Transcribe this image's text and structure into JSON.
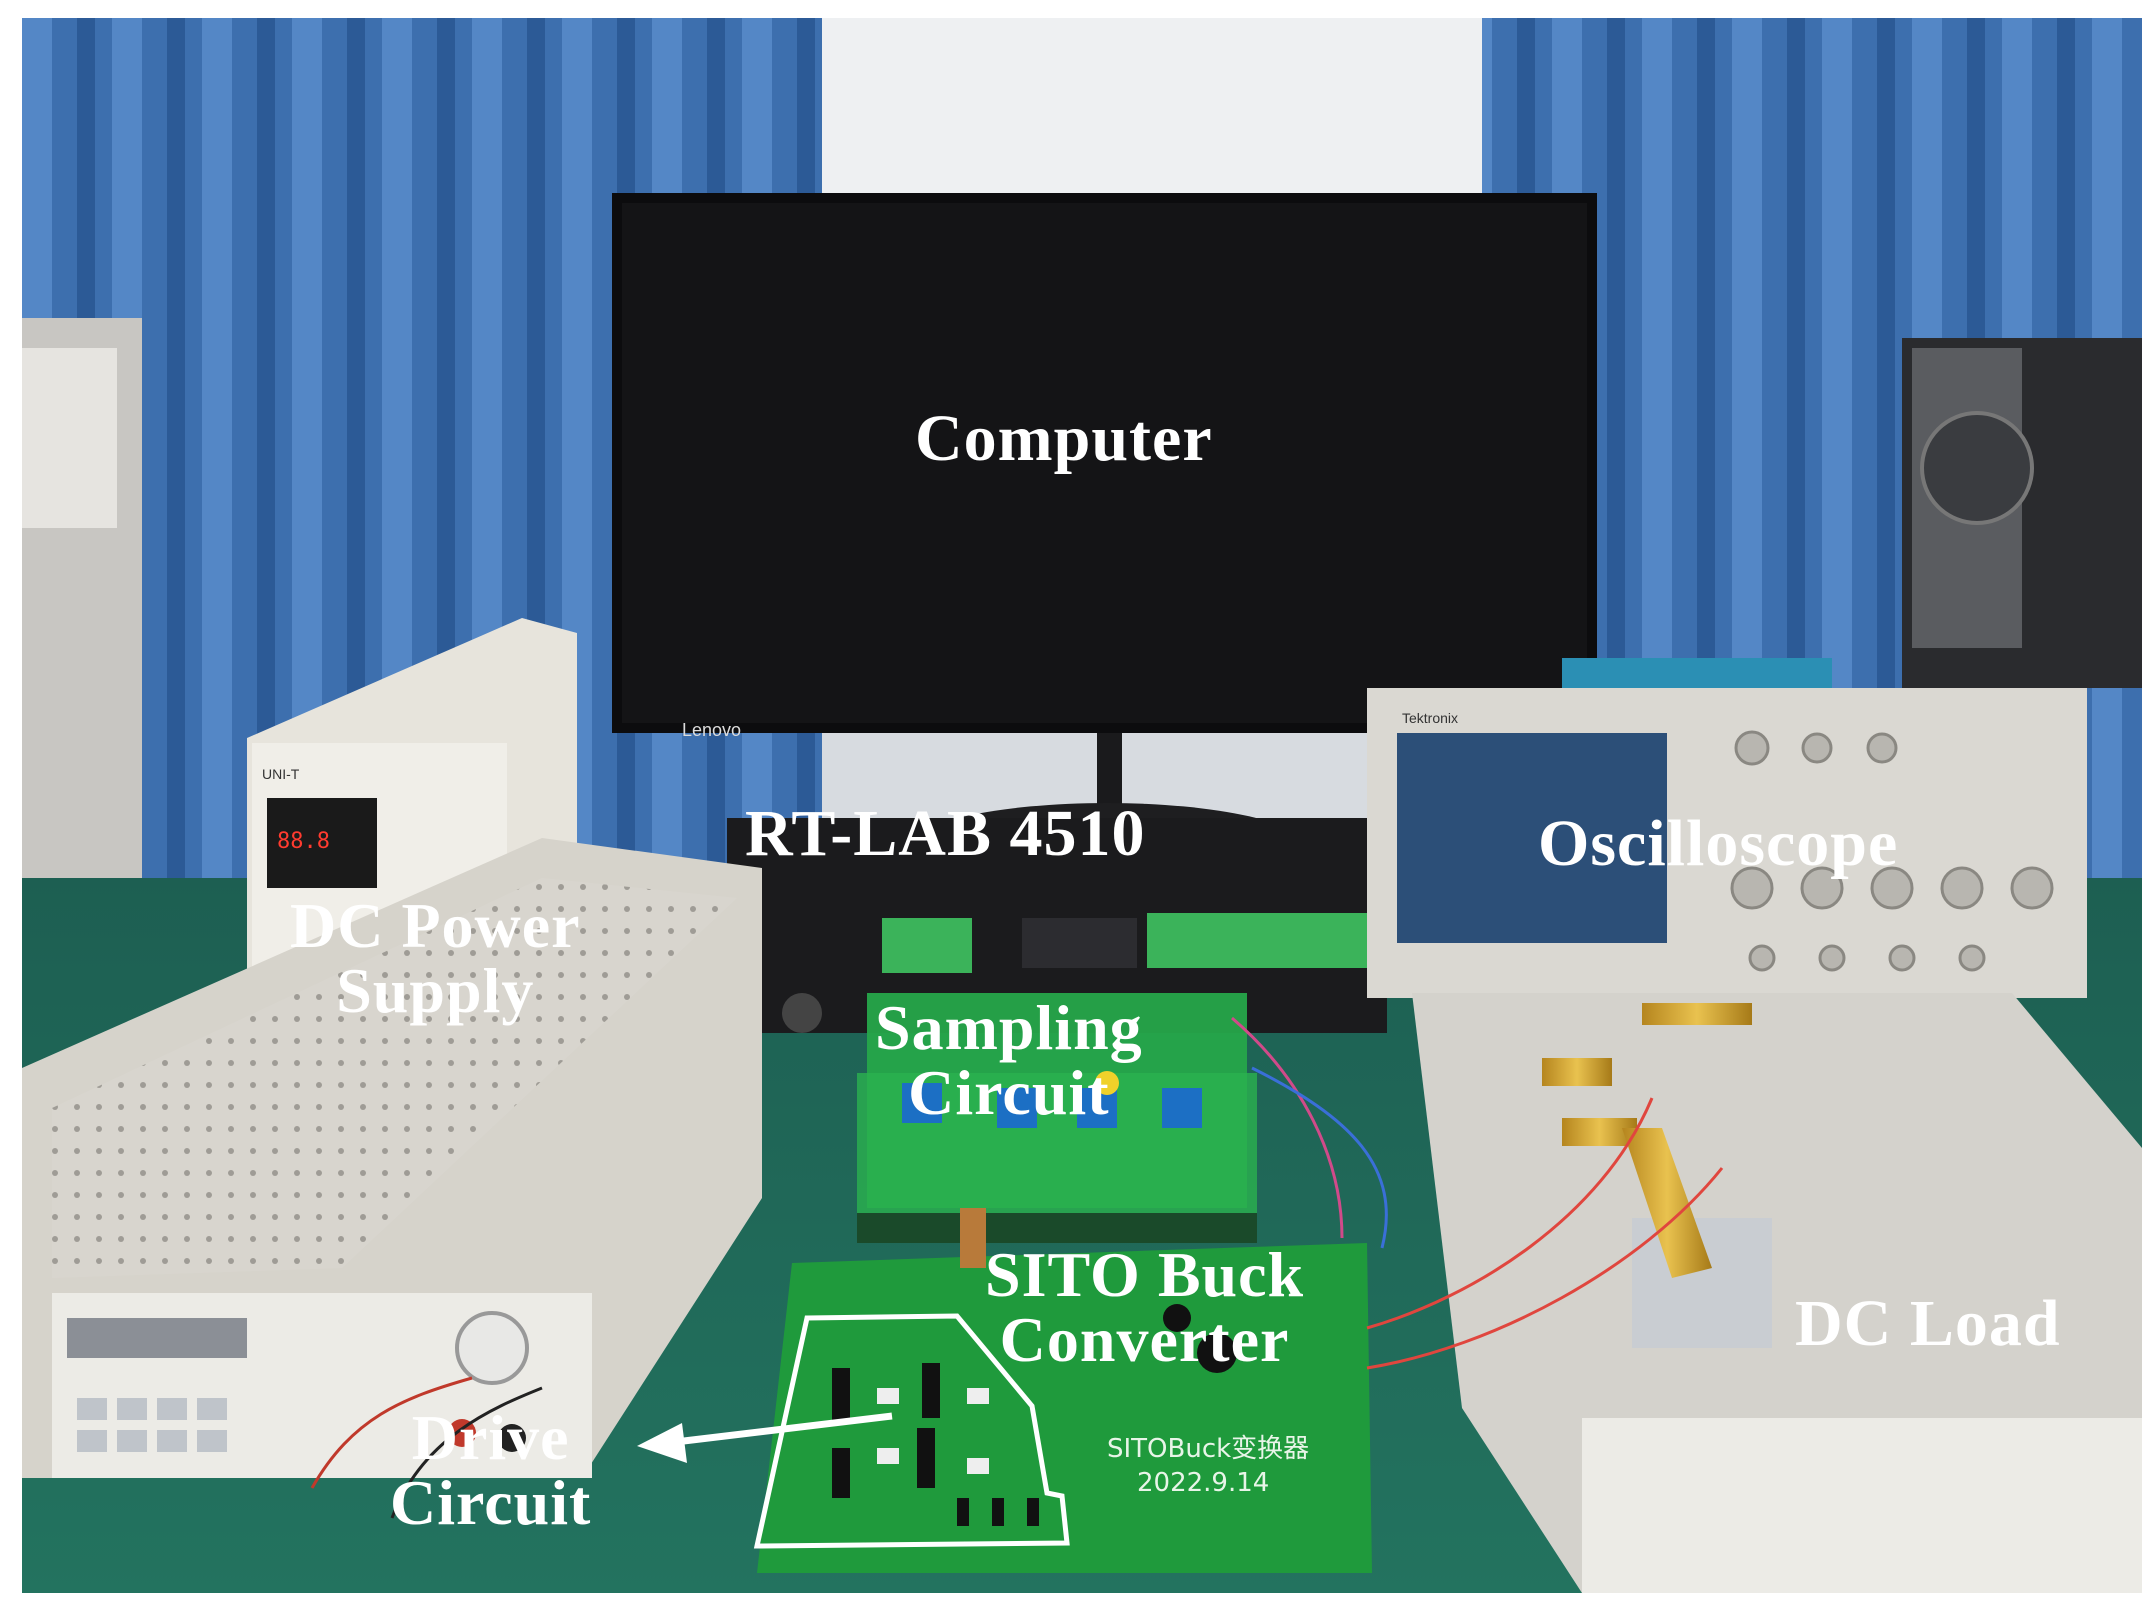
{
  "labels": {
    "computer": "Computer",
    "rt_lab": "RT-LAB 4510",
    "oscilloscope": "Oscilloscope",
    "dc_power_supply": [
      "DC Power",
      "Supply"
    ],
    "sampling_circuit": [
      "Sampling",
      "Circuit"
    ],
    "sito_buck_converter": [
      "SITO Buck",
      "Converter"
    ],
    "dc_load": "DC Load",
    "drive_circuit": [
      "Drive",
      "Circuit"
    ]
  },
  "pcb_silkscreen": {
    "title": "SITOBuck变换器",
    "date": "2022.9.14"
  },
  "brands": {
    "monitor": "Lenovo",
    "oscilloscope": "Tektronix",
    "power_supply": "UNI-T"
  },
  "colors": {
    "curtain": "#3f6fb0",
    "pcb": "#1f9a3c",
    "label": "#ffffff",
    "bench": "#1f6a5a"
  },
  "annotations": {
    "drive_circuit_outline": "white-polygon",
    "drive_circuit_arrow": "arrow-left"
  }
}
